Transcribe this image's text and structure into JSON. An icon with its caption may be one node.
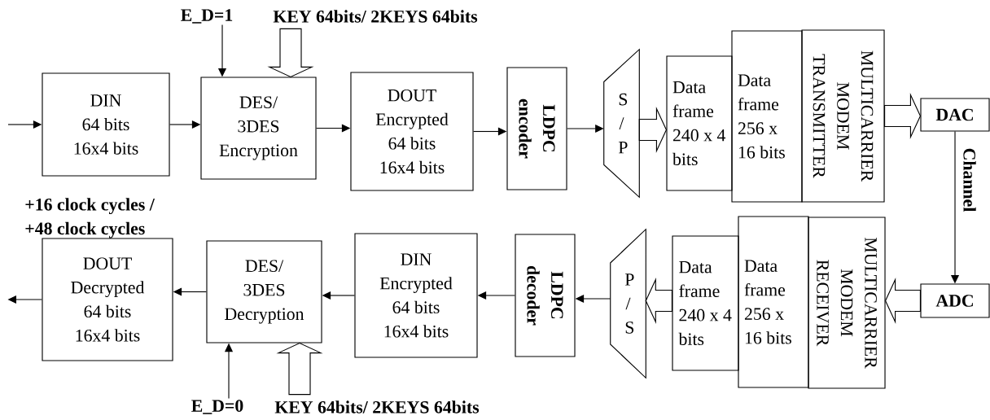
{
  "diagram": {
    "nodes": [
      {
        "text": [
          "DIN",
          "64 bits",
          "16x4 bits"
        ]
      },
      {
        "text": [
          "DES/",
          "3DES",
          "Encryption"
        ]
      },
      {
        "text": [
          "DOUT",
          "Encrypted",
          "64 bits",
          "16x4 bits"
        ]
      },
      {
        "text": [
          "LDPC encoder"
        ]
      },
      {
        "text": [
          "S / P"
        ]
      },
      {
        "text": [
          "Data frame 240 x 4 bits"
        ]
      },
      {
        "text": [
          "Data frame 256 x 16 bits"
        ]
      },
      {
        "text": [
          "MULTICARRIER MODEM TRANSMITTER"
        ]
      },
      {
        "text": [
          "DAC"
        ]
      },
      {
        "text": [
          "ADC"
        ]
      },
      {
        "text": [
          "MULTICARRIER MODEM RECEIVER"
        ]
      },
      {
        "text": [
          "Data frame 256 x 16 bits"
        ]
      },
      {
        "text": [
          "Data frame 240 x 4 bits"
        ]
      },
      {
        "text": [
          "P / S"
        ]
      },
      {
        "text": [
          "LDPC decoder"
        ]
      },
      {
        "text": [
          "DIN",
          "Encrypted",
          "64 bits",
          "16x4 bits"
        ]
      },
      {
        "text": [
          "DES/",
          "3DES",
          "Decryption"
        ]
      },
      {
        "text": [
          "DOUT",
          "Decrypted",
          "64 bits",
          "16x4 bits"
        ]
      },
      {
        "text": [
          "E_D=1"
        ]
      },
      {
        "text": [
          "KEY 64bits/ 2KEYS 64bits"
        ]
      },
      {
        "text": [
          "E_D=0"
        ]
      },
      {
        "text": [
          "KEY 64bits/ 2KEYS 64bits"
        ]
      }
    ],
    "edges": [
      {
        "from": null,
        "to": 0,
        "arrow": "to"
      },
      {
        "from": 0,
        "to": 1,
        "arrow": "to"
      },
      {
        "from": 1,
        "to": 2,
        "arrow": "to"
      },
      {
        "from": 2,
        "to": 3,
        "arrow": "to"
      },
      {
        "from": 3,
        "to": 4,
        "arrow": "to"
      },
      {
        "from": 4,
        "to": 5,
        "arrow": "to",
        "style": "thick"
      },
      {
        "from": 7,
        "to": 8,
        "arrow": "to",
        "style": "thick"
      },
      {
        "from": 8,
        "to": 9,
        "arrow": "to",
        "label": "Channel"
      },
      {
        "from": 9,
        "to": 10,
        "arrow": "to",
        "style": "thick"
      },
      {
        "from": 12,
        "to": 13,
        "arrow": "to",
        "style": "thick"
      },
      {
        "from": 13,
        "to": 14,
        "arrow": "to"
      },
      {
        "from": 14,
        "to": 15,
        "arrow": "to"
      },
      {
        "from": 15,
        "to": 16,
        "arrow": "to"
      },
      {
        "from": 16,
        "to": 17,
        "arrow": "to"
      },
      {
        "from": 17,
        "to": null,
        "arrow": "to"
      },
      {
        "from": 18,
        "to": 1,
        "arrow": "to"
      },
      {
        "from": 19,
        "to": 1,
        "arrow": "to",
        "style": "thick"
      },
      {
        "from": 20,
        "to": 16,
        "arrow": "to"
      },
      {
        "from": 21,
        "to": 16,
        "arrow": "to",
        "style": "thick"
      }
    ],
    "labels": [
      "+16 clock cycles / +48 clock cycles"
    ]
  }
}
